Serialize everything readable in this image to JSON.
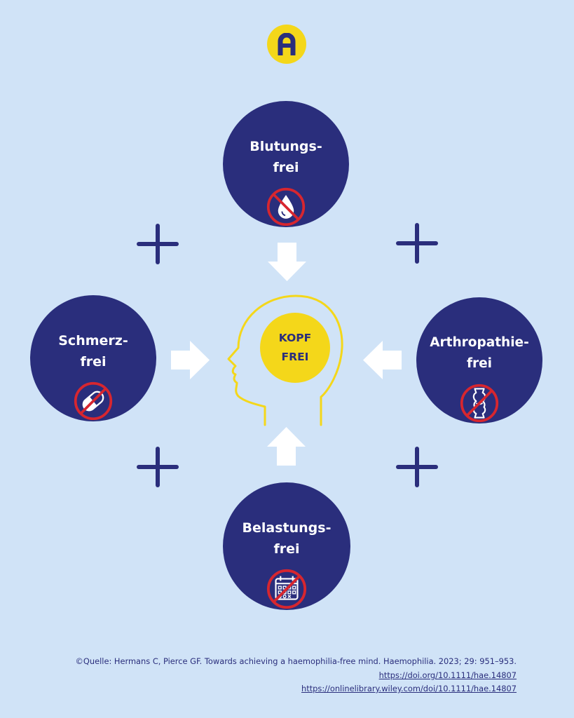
{
  "logo": {
    "letter": "A"
  },
  "nodes": {
    "top": {
      "line1": "Blutungs-",
      "line2": "frei",
      "icon": "no-blood-drop-icon"
    },
    "left": {
      "line1": "Schmerz-",
      "line2": "frei",
      "icon": "no-pill-icon"
    },
    "right": {
      "line1": "Arthropathie-",
      "line2": "frei",
      "icon": "no-joint-icon"
    },
    "bottom": {
      "line1": "Belastungs-",
      "line2": "frei",
      "icon": "no-calendar-icon"
    }
  },
  "center": {
    "line1": "KOPF",
    "line2": "FREI"
  },
  "source": {
    "text": "©Quelle: Hermans C, Pierce GF. Towards achieving a haemophilia-free mind. Haemophilia. 2023; 29: 951–953.",
    "link1": "https://doi.org/10.1111/hae.14807",
    "link2": "https://onlinelibrary.wiley.com/doi/10.1111/hae.14807"
  },
  "colors": {
    "background": "#d0e3f7",
    "navy": "#2a2e7c",
    "yellow": "#f4d71a",
    "forbidden_red": "#d7262f",
    "white": "#ffffff"
  }
}
